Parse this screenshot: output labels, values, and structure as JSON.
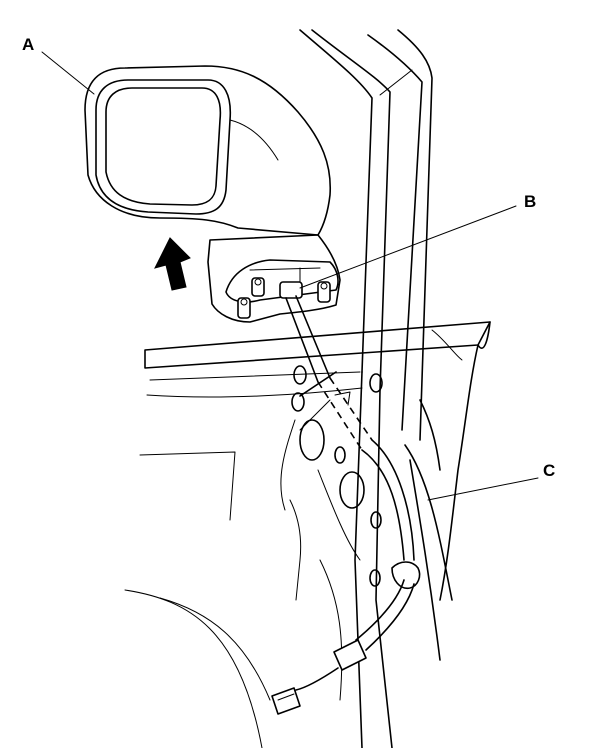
{
  "callouts": {
    "a": {
      "label": "A"
    },
    "b": {
      "label": "B"
    },
    "c": {
      "label": "C"
    }
  },
  "colors": {
    "line": "#000000",
    "background": "#ffffff"
  },
  "icons": {
    "arrow": "arrow-up-icon"
  }
}
